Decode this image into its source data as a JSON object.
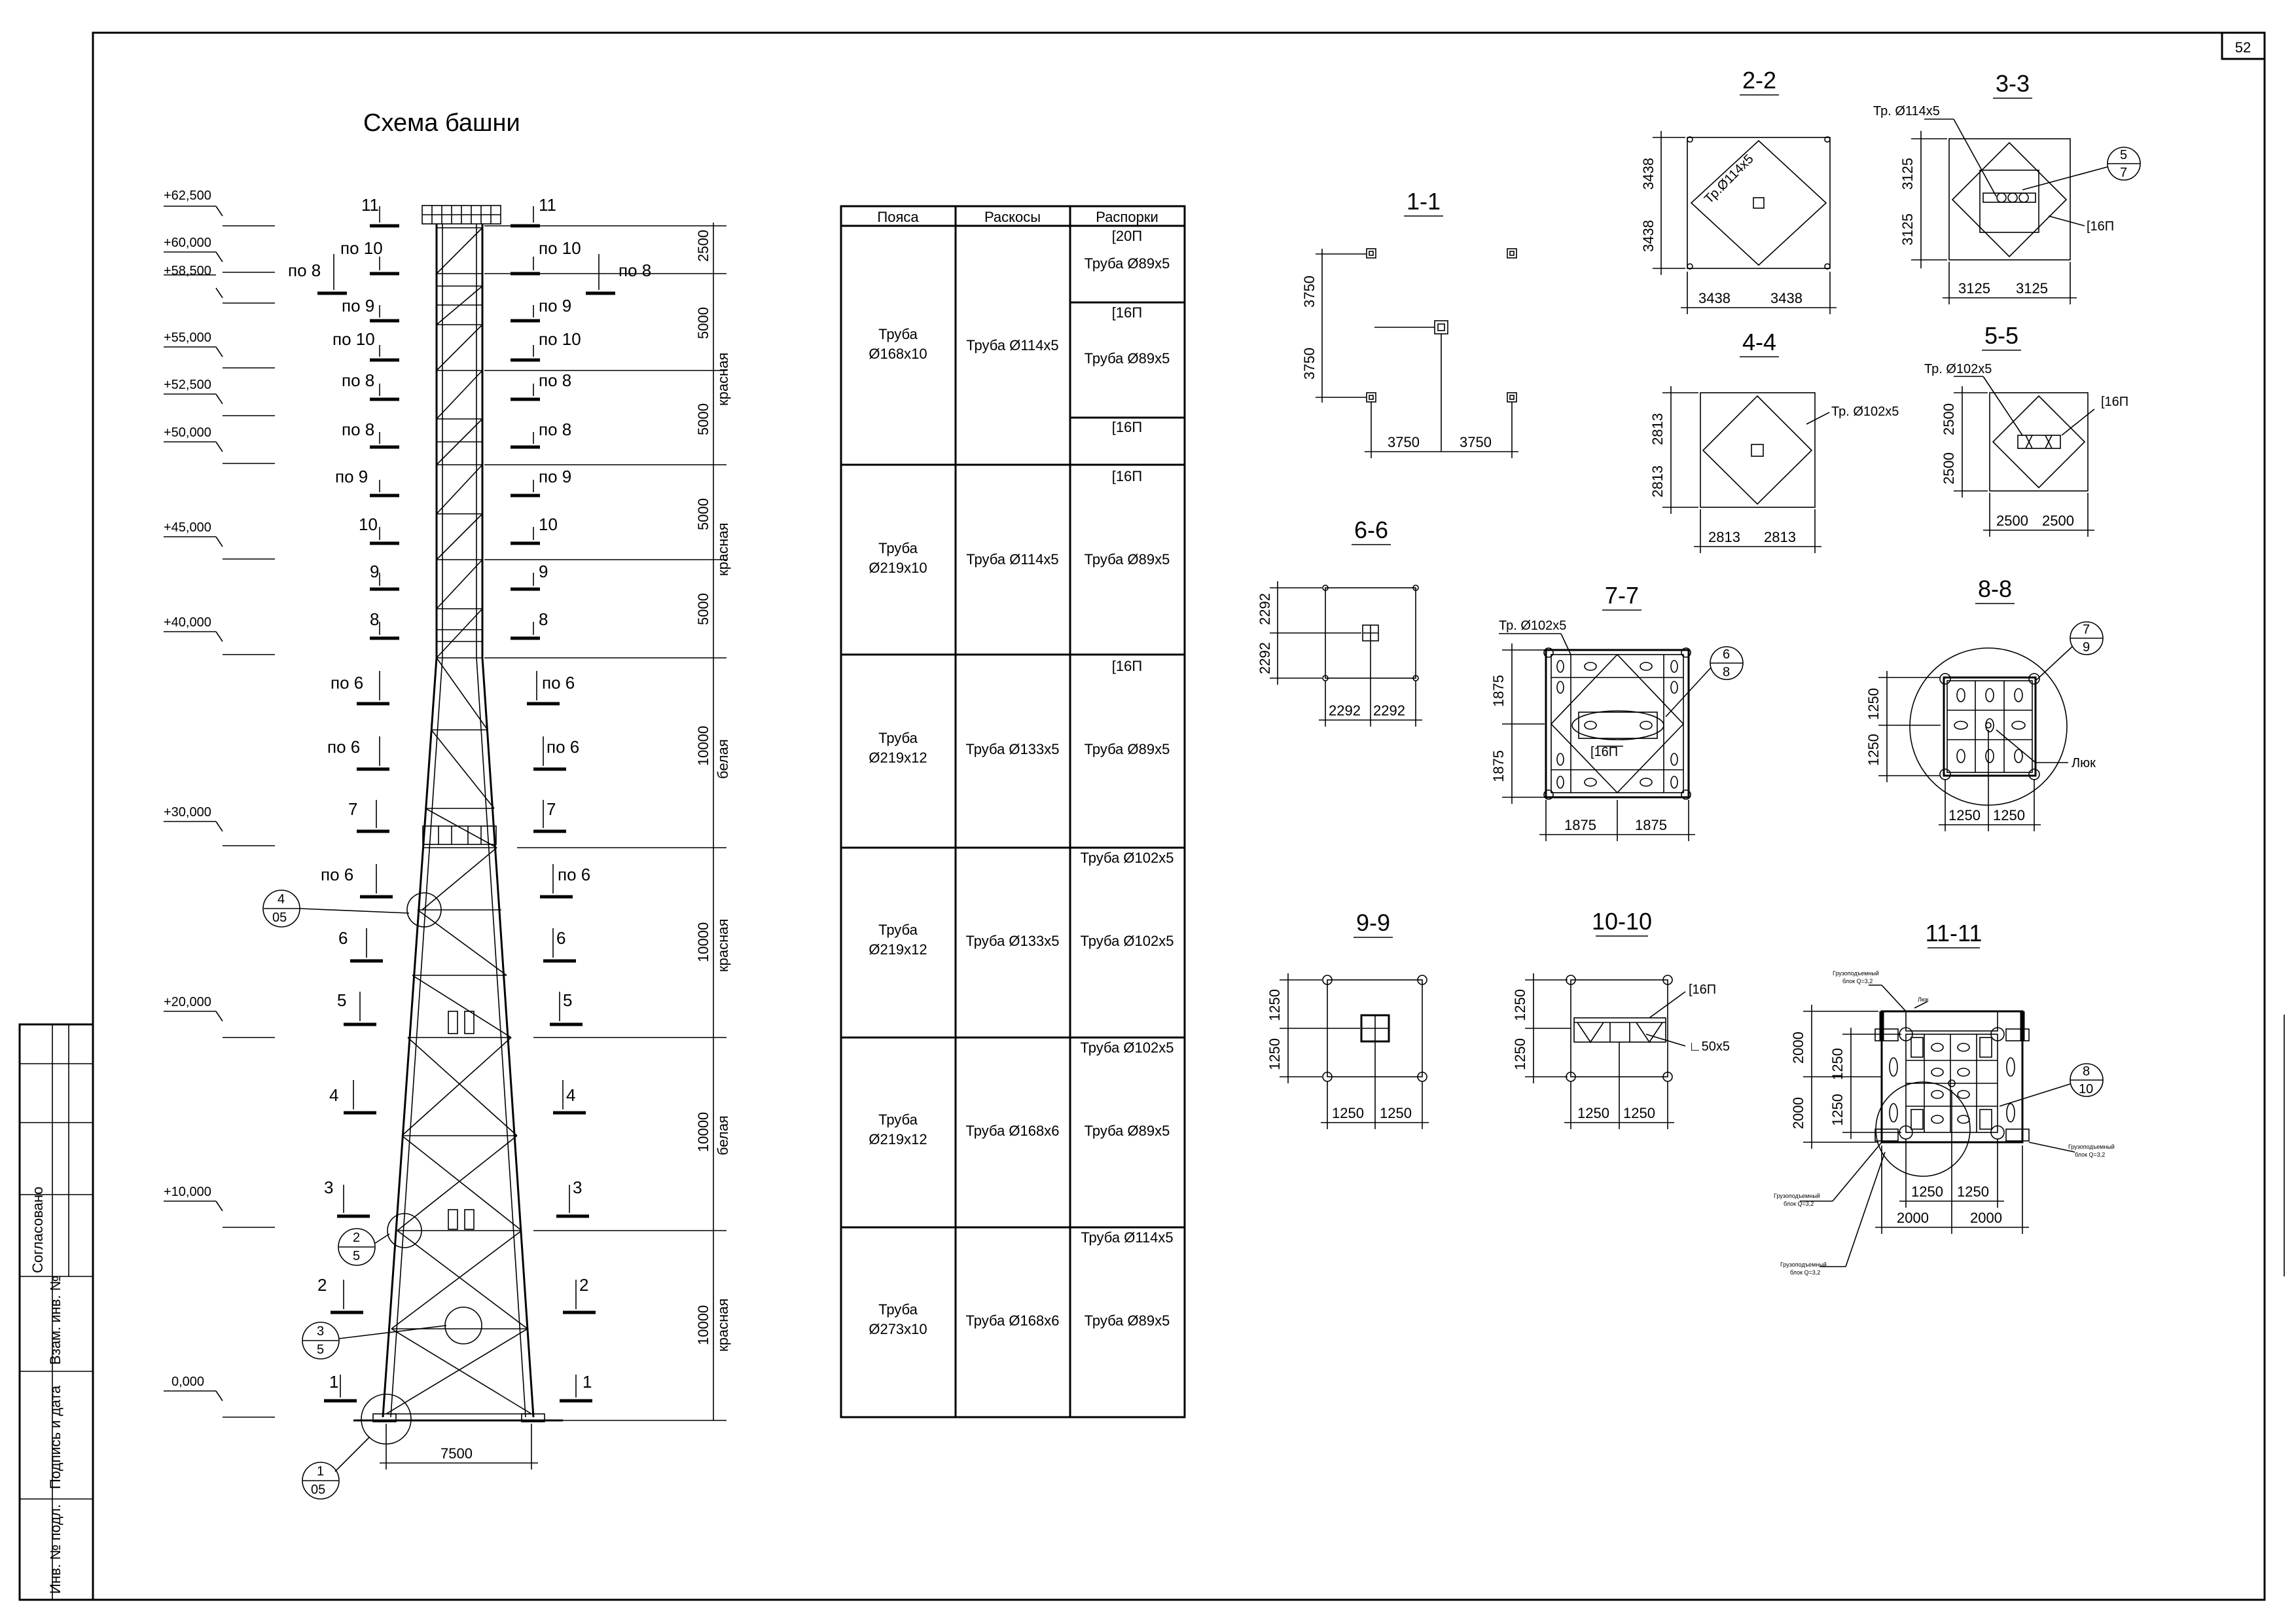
{
  "sheet": {
    "number": "52"
  },
  "stamp": [
    "Согласовано",
    "Взам. инв. №",
    "Подпись и дата",
    "Инв. № подл."
  ],
  "scheme": {
    "title": "Схема башни",
    "levels": [
      "+62,500",
      "+60,000",
      "+58,500",
      "+55,000",
      "+52,500",
      "+50,000",
      "+45,000",
      "+40,000",
      "+30,000",
      "+20,000",
      "+10,000",
      "0,000"
    ],
    "section_marks": [
      "11",
      "по 10",
      "по 8",
      "по 9",
      "по 10",
      "по 8",
      "по 8",
      "по 9",
      "10",
      "9",
      "8",
      "по 6",
      "по 6",
      "7",
      "по 6",
      "6",
      "5",
      "4",
      "3",
      "2",
      "1"
    ],
    "dims": [
      "2500",
      "5000",
      "5000",
      "5000",
      "5000",
      "10000",
      "10000",
      "10000",
      "10000"
    ],
    "colors": [
      "красная",
      "красная",
      "белая",
      "красная",
      "белая",
      "красная"
    ],
    "base_dim": "7500",
    "nodes": [
      {
        "top": "4",
        "bottom": "05"
      },
      {
        "top": "2",
        "bottom": "5"
      },
      {
        "top": "3",
        "bottom": "5"
      },
      {
        "top": "1",
        "bottom": "05"
      }
    ]
  },
  "table": {
    "headers": [
      "Пояса",
      "Раскосы",
      "Распорки"
    ],
    "rows": [
      {
        "belt": "Труба\nØ168x10",
        "brace": "Труба Ø114x5",
        "struts": [
          "[20П",
          "Труба Ø89x5",
          "[16П",
          "Труба Ø89x5",
          "[16П"
        ]
      },
      {
        "belt": "Труба\nØ219x10",
        "brace": "Труба Ø114x5",
        "struts": [
          "[16П",
          "Труба Ø89x5"
        ]
      },
      {
        "belt": "Труба\nØ219x12",
        "brace": "Труба Ø133x5",
        "struts": [
          "[16П",
          "Труба Ø89x5"
        ]
      },
      {
        "belt": "Труба\nØ219x12",
        "brace": "Труба Ø133x5",
        "struts": [
          "Труба Ø102x5",
          "Труба Ø102x5"
        ]
      },
      {
        "belt": "Труба\nØ219x12",
        "brace": "Труба Ø168x6",
        "struts": [
          "Труба Ø102x5",
          "Труба Ø89x5"
        ]
      },
      {
        "belt": "Труба\nØ273x10",
        "brace": "Труба Ø168x6",
        "struts": [
          "Труба Ø114x5",
          "Труба Ø89x5"
        ]
      }
    ]
  },
  "sections": {
    "s11": {
      "title": "1-1",
      "dims": [
        "3750",
        "3750",
        "3750",
        "3750"
      ]
    },
    "s22": {
      "title": "2-2",
      "dims": [
        "3438",
        "3438",
        "3438",
        "3438"
      ],
      "label": "Тр.Ø114x5"
    },
    "s33": {
      "title": "3-3",
      "dims": [
        "3125",
        "3125",
        "3125",
        "3125"
      ],
      "label": "Тр. Ø114x5",
      "channel": "[16П",
      "node_top": "5",
      "node_bottom": "7"
    },
    "s44": {
      "title": "4-4",
      "dims": [
        "2813",
        "2813",
        "2813",
        "2813"
      ],
      "label": "Тр. Ø102x5"
    },
    "s55": {
      "title": "5-5",
      "dims": [
        "2500",
        "2500",
        "2500",
        "2500"
      ],
      "label": "Тр. Ø102x5",
      "channel": "[16П"
    },
    "s66": {
      "title": "6-6",
      "dims": [
        "2292",
        "2292",
        "2292",
        "2292"
      ]
    },
    "s77": {
      "title": "7-7",
      "dims": [
        "1875",
        "1875",
        "1875",
        "1875"
      ],
      "label": "Тр. Ø102x5",
      "channel": "[16П",
      "node_top": "6",
      "node_bottom": "8"
    },
    "s88": {
      "title": "8-8",
      "dims": [
        "1250",
        "1250",
        "1250",
        "1250"
      ],
      "hatch": "Люк",
      "node_top": "7",
      "node_bottom": "9"
    },
    "s99": {
      "title": "9-9",
      "dims": [
        "1250",
        "1250",
        "1250",
        "1250"
      ]
    },
    "s1010": {
      "title": "10-10",
      "dims": [
        "1250",
        "1250",
        "1250",
        "1250"
      ],
      "channel": "[16П",
      "angle": "∟50x5"
    },
    "s1111": {
      "title": "11-11",
      "dims_v": [
        "2000",
        "2000",
        "1250",
        "1250"
      ],
      "dims_h": [
        "1250",
        "1250",
        "2000",
        "2000"
      ],
      "hatch": "Люк",
      "node_top": "8",
      "node_bottom": "10",
      "block": "Грузоподъемный блок Q=3,2"
    }
  }
}
